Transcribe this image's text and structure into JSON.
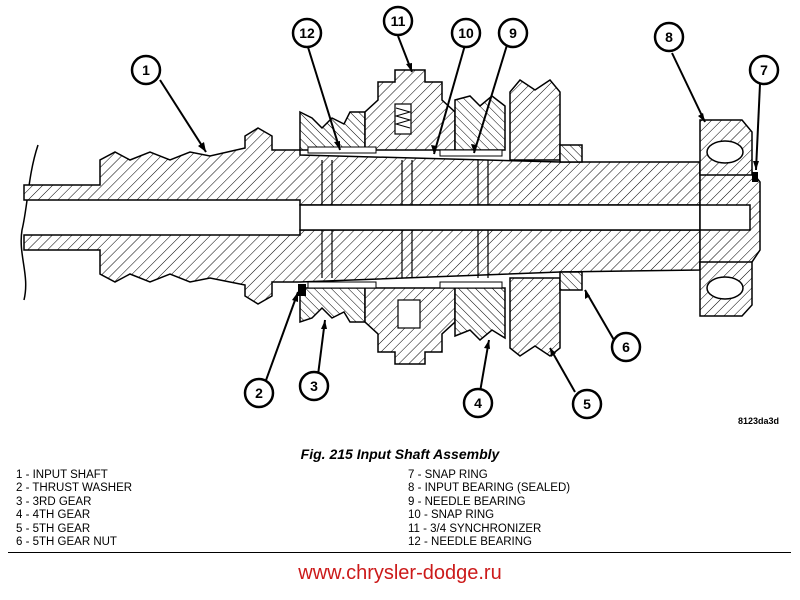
{
  "figure": {
    "caption": "Fig. 215 Input Shaft Assembly",
    "code": "8123da3d"
  },
  "callouts": [
    {
      "num": "1"
    },
    {
      "num": "2"
    },
    {
      "num": "3"
    },
    {
      "num": "4"
    },
    {
      "num": "5"
    },
    {
      "num": "6"
    },
    {
      "num": "7"
    },
    {
      "num": "8"
    },
    {
      "num": "9"
    },
    {
      "num": "10"
    },
    {
      "num": "11"
    },
    {
      "num": "12"
    }
  ],
  "legend": {
    "left": [
      "1 - INPUT SHAFT",
      "2 - THRUST WASHER",
      "3 - 3RD GEAR",
      "4 - 4TH GEAR",
      "5 - 5TH GEAR",
      "6 - 5TH GEAR NUT"
    ],
    "right": [
      "7 - SNAP RING",
      "8 - INPUT BEARING (SEALED)",
      "9 - NEEDLE BEARING",
      "10 - SNAP RING",
      "11 - 3/4 SYNCHRONIZER",
      "12 - NEEDLE BEARING"
    ]
  },
  "footer": {
    "website": "www.chrysler-dodge.ru",
    "color": "#cc1a1a"
  }
}
